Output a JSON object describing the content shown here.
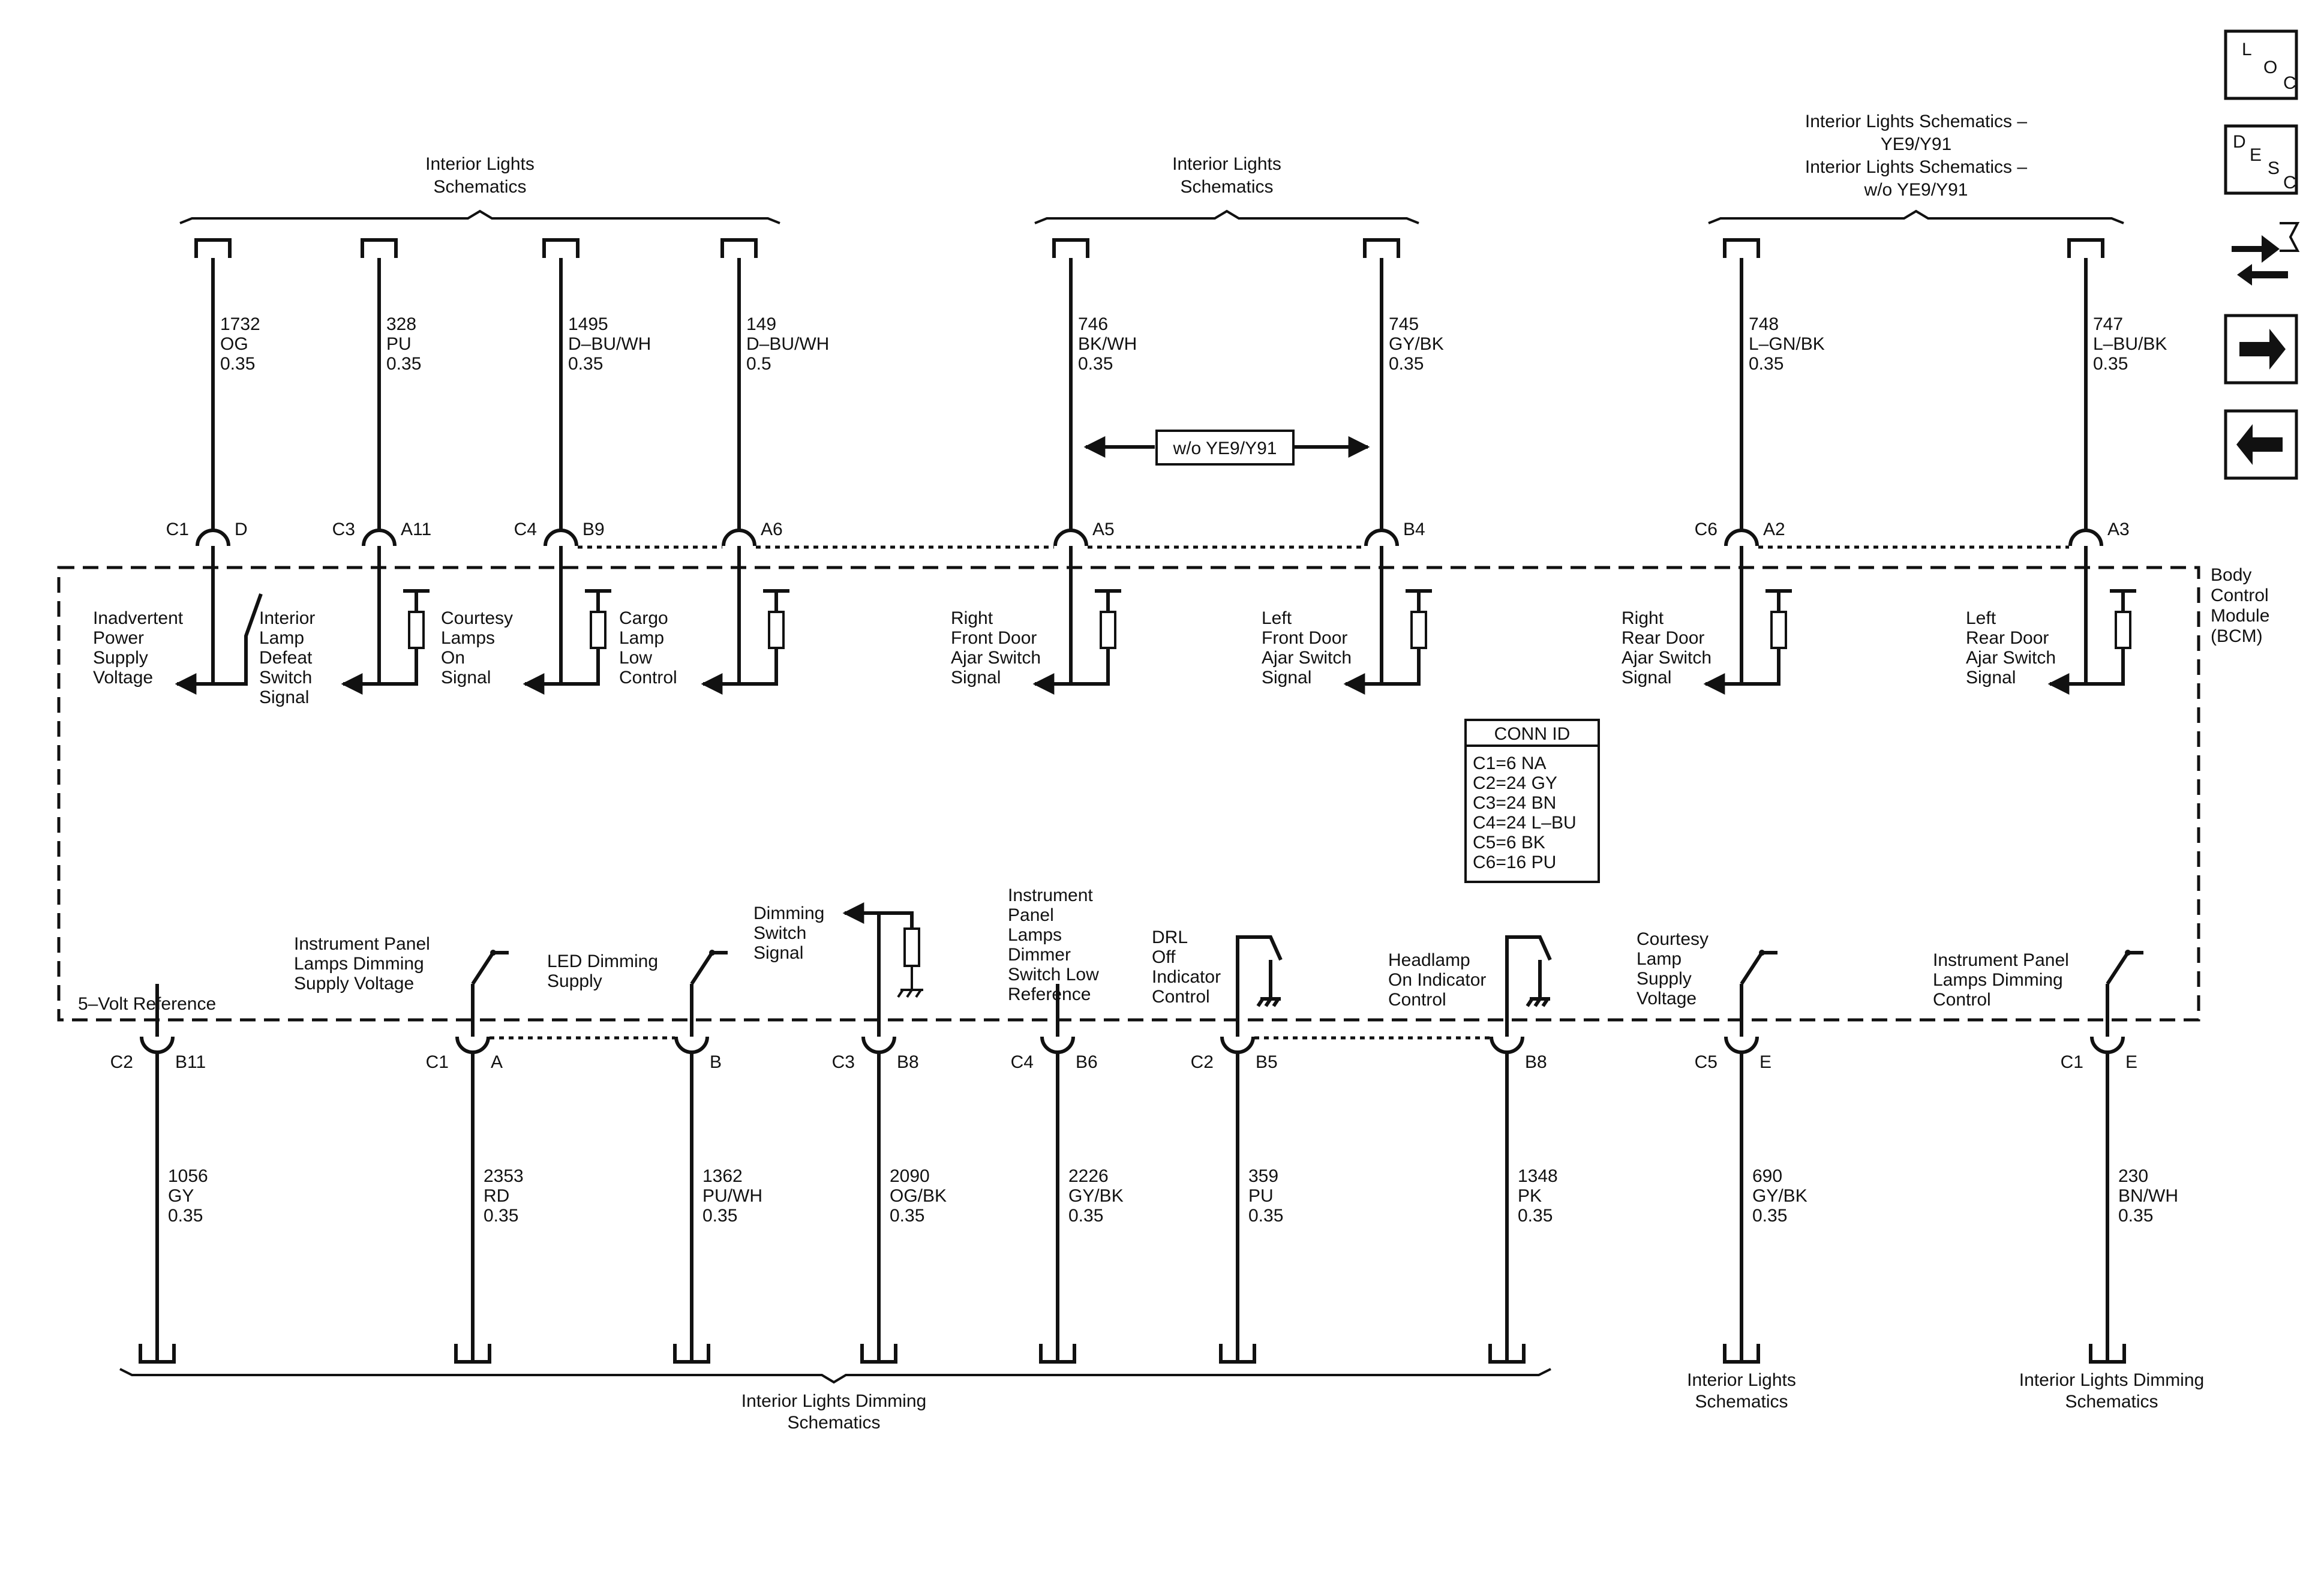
{
  "module": {
    "name_lines": [
      "Body",
      "Control",
      "Module",
      "(BCM)"
    ]
  },
  "top_groups": [
    {
      "label_lines": [
        "Interior Lights",
        "Schematics"
      ]
    },
    {
      "label_lines": [
        "Interior Lights",
        "Schematics"
      ]
    },
    {
      "label_lines": [
        "Interior Lights Schematics –",
        "YE9/Y91",
        "Interior Lights Schematics –",
        "w/o YE9/Y91"
      ]
    }
  ],
  "top_circuits": [
    {
      "circuit": "1732",
      "color": "OG",
      "gauge": "0.35",
      "connector": "C1",
      "pin": "D",
      "function_lines": [
        "Inadvertent",
        "Power",
        "Supply",
        "Voltage"
      ]
    },
    {
      "circuit": "328",
      "color": "PU",
      "gauge": "0.35",
      "connector": "C3",
      "pin": "A11",
      "function_lines": [
        "Interior",
        "Lamp",
        "Defeat",
        "Switch",
        "Signal"
      ]
    },
    {
      "circuit": "1495",
      "color": "D–BU/WH",
      "gauge": "0.35",
      "connector": "C4",
      "pin": "B9",
      "function_lines": [
        "Courtesy",
        "Lamps",
        "On",
        "Signal"
      ]
    },
    {
      "circuit": "149",
      "color": "D–BU/WH",
      "gauge": "0.5",
      "connector": "",
      "pin": "A6",
      "function_lines": [
        "Cargo",
        "Lamp",
        "Low",
        "Control"
      ]
    },
    {
      "circuit": "746",
      "color": "BK/WH",
      "gauge": "0.35",
      "connector": "",
      "pin": "A5",
      "function_lines": [
        "Right",
        "Front Door",
        "Ajar Switch",
        "Signal"
      ]
    },
    {
      "circuit": "745",
      "color": "GY/BK",
      "gauge": "0.35",
      "connector": "",
      "pin": "B4",
      "function_lines": [
        "Left",
        "Front Door",
        "Ajar Switch",
        "Signal"
      ]
    },
    {
      "circuit": "748",
      "color": "L–GN/BK",
      "gauge": "0.35",
      "connector": "C6",
      "pin": "A2",
      "function_lines": [
        "Right",
        "Rear Door",
        "Ajar Switch",
        "Signal"
      ]
    },
    {
      "circuit": "747",
      "color": "L–BU/BK",
      "gauge": "0.35",
      "connector": "",
      "pin": "A3",
      "function_lines": [
        "Left",
        "Rear Door",
        "Ajar Switch",
        "Signal"
      ]
    }
  ],
  "option_note": "w/o YE9/Y91",
  "conn_id": {
    "title": "CONN ID",
    "rows": [
      "C1=6 NA",
      "C2=24 GY",
      "C3=24 BN",
      "C4=24 L–BU",
      "C5=6 BK",
      "C6=16 PU"
    ]
  },
  "bottom_circuits": [
    {
      "circuit": "1056",
      "color": "GY",
      "gauge": "0.35",
      "connector": "C2",
      "pin": "B11",
      "function_lines": [
        "5–Volt Reference"
      ]
    },
    {
      "circuit": "2353",
      "color": "RD",
      "gauge": "0.35",
      "connector": "C1",
      "pin": "A",
      "function_lines": [
        "Instrument Panel",
        "Lamps Dimming",
        "Supply Voltage"
      ]
    },
    {
      "circuit": "1362",
      "color": "PU/WH",
      "gauge": "0.35",
      "connector": "",
      "pin": "B",
      "function_lines": [
        "LED Dimming",
        "Supply"
      ]
    },
    {
      "circuit": "2090",
      "color": "OG/BK",
      "gauge": "0.35",
      "connector": "C3",
      "pin": "B8",
      "function_lines": [
        "Dimming",
        "Switch",
        "Signal"
      ]
    },
    {
      "circuit": "2226",
      "color": "GY/BK",
      "gauge": "0.35",
      "connector": "C4",
      "pin": "B6",
      "function_lines": [
        "Instrument",
        "Panel",
        "Lamps",
        "Dimmer",
        "Switch Low",
        "Reference"
      ]
    },
    {
      "circuit": "359",
      "color": "PU",
      "gauge": "0.35",
      "connector": "C2",
      "pin": "B5",
      "function_lines": [
        "DRL",
        "Off",
        "Indicator",
        "Control"
      ]
    },
    {
      "circuit": "1348",
      "color": "PK",
      "gauge": "0.35",
      "connector": "",
      "pin": "B8",
      "function_lines": [
        "Headlamp",
        "On Indicator",
        "Control"
      ]
    },
    {
      "circuit": "690",
      "color": "GY/BK",
      "gauge": "0.35",
      "connector": "C5",
      "pin": "E",
      "function_lines": [
        "Courtesy",
        "Lamp",
        "Supply",
        "Voltage"
      ]
    },
    {
      "circuit": "230",
      "color": "BN/WH",
      "gauge": "0.35",
      "connector": "C1",
      "pin": "E",
      "function_lines": [
        "Instrument Panel",
        "Lamps Dimming",
        "Control"
      ]
    }
  ],
  "bottom_groups": [
    {
      "label_lines": [
        "Interior Lights Dimming",
        "Schematics"
      ]
    },
    {
      "label_lines": [
        "Interior Lights",
        "Schematics"
      ]
    },
    {
      "label_lines": [
        "Interior Lights Dimming",
        "Schematics"
      ]
    }
  ],
  "nav": {
    "loc": [
      "L",
      "O",
      "C"
    ],
    "desc": [
      "D",
      "E",
      "S",
      "C"
    ],
    "connector_icon": "connector-swap-icon",
    "next_icon": "arrow-right-icon",
    "prev_icon": "arrow-left-icon"
  }
}
